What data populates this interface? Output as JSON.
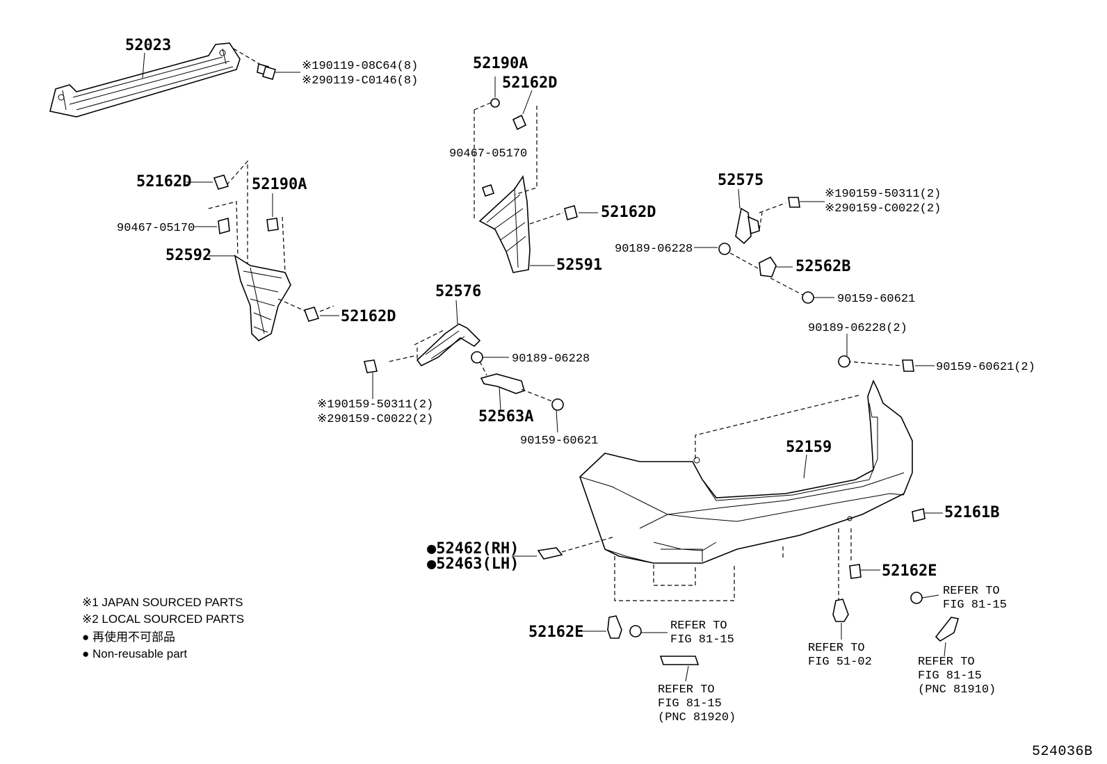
{
  "parts": {
    "p52023": "52023",
    "bolt_a1": "※190119-08C64(8)",
    "bolt_a2": "※290119-C0146(8)",
    "p52190A_top": "52190A",
    "p52162D_top": "52162D",
    "p90467_top": "90467-05170",
    "p52162D_right": "52162D",
    "p52591": "52591",
    "p52162D_left": "52162D",
    "p52190A_left": "52190A",
    "p90467_left": "90467-05170",
    "p52592": "52592",
    "p52162D_low": "52162D",
    "p52575": "52575",
    "bolt_b1": "※190159-50311(2)",
    "bolt_b2": "※290159-C0022(2)",
    "p90189_a": "90189-06228",
    "p52562B": "52562B",
    "p90159_a": "90159-60621",
    "p90189_b": "90189-06228(2)",
    "p90159_b": "90159-60621(2)",
    "p52576": "52576",
    "p90189_c": "90189-06228",
    "bolt_c1": "※190159-50311(2)",
    "bolt_c2": "※290159-C0022(2)",
    "p52563A": "52563A",
    "p90159_c": "90159-60621",
    "p52159": "52159",
    "p52161B": "52161B",
    "p52462": "●52462(RH)",
    "p52463": "●52463(LH)",
    "p52162E_right": "52162E",
    "p52162E_left": "52162E"
  },
  "refs": {
    "r1_l1": "REFER TO",
    "r1_l2": "FIG 81-15",
    "r2_l1": "REFER TO",
    "r2_l2": "FIG 81-15",
    "r2_l3": "(PNC 81920)",
    "r3_l1": "REFER TO",
    "r3_l2": "FIG 51-02",
    "r4_l1": "REFER TO",
    "r4_l2": "FIG 81-15",
    "r5_l1": "REFER TO",
    "r5_l2": "FIG 81-15",
    "r5_l3": "(PNC 81910)"
  },
  "notes": {
    "n1": "※1 JAPAN SOURCED PARTS",
    "n2": "※2 LOCAL SOURCED PARTS",
    "n3": "● 再使用不可部品",
    "n4": "● Non-reusable part"
  },
  "figure_id": "524036B"
}
